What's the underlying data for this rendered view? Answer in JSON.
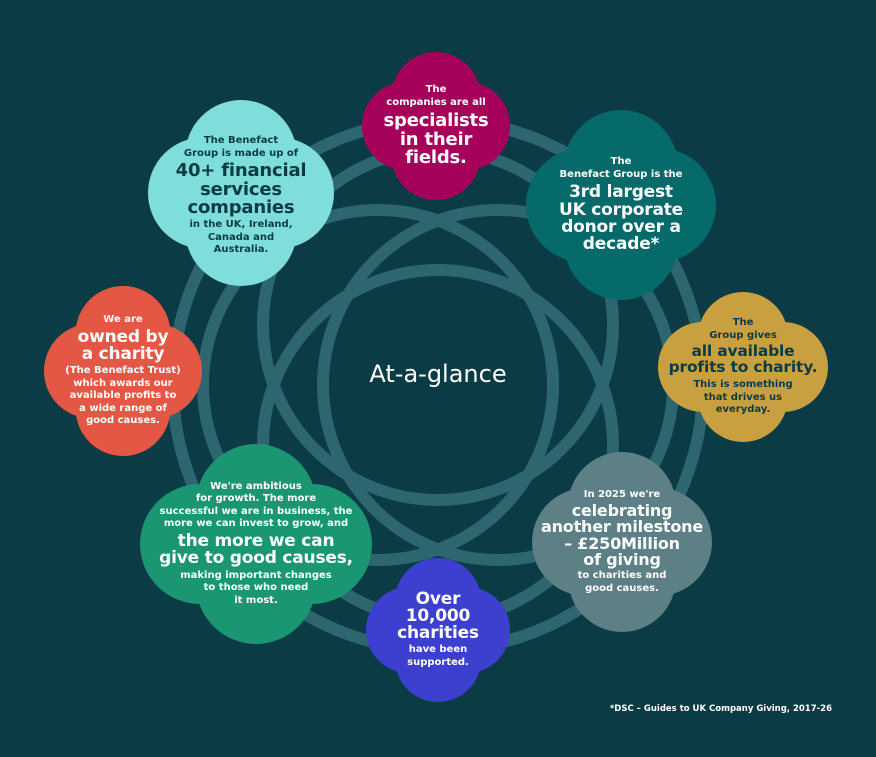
{
  "title": "At-a-glance",
  "footnote": "*DSC – Guides to UK Company Giving, 2017-26",
  "colors": {
    "background": "#0b3b44",
    "ring": "#2e6670",
    "teal_light": "#7fded9",
    "magenta": "#a5005a",
    "teal_dark": "#066a6a",
    "gold": "#c9a040",
    "slate": "#5d7f86",
    "blue": "#3d3fcf",
    "green": "#1b9673",
    "red": "#e55745"
  },
  "lobes": {
    "financial": {
      "pre": "The Benefact\nGroup is made up of",
      "big": "40+ financial\nservices\ncompanies",
      "post": "in the UK, Ireland,\nCanada and\nAustralia."
    },
    "specialists": {
      "pre": "The\ncompanies are all",
      "big": "specialists\nin their\nfields.",
      "post": ""
    },
    "donor": {
      "pre": "The\nBenefact Group is the",
      "big": "3rd largest\nUK corporate\ndonor over a\ndecade*",
      "post": ""
    },
    "profits": {
      "pre": "The\nGroup gives",
      "big": "all available\nprofits to charity.",
      "post": "This is something\nthat drives us\neveryday."
    },
    "milestone": {
      "pre": "In 2025 we're",
      "big": "celebrating\nanother milestone\n– £250Million\nof giving",
      "post": "to charities and\ngood causes."
    },
    "charities": {
      "pre": "",
      "big": "Over\n10,000\ncharities",
      "post": "have been\nsupported."
    },
    "growth": {
      "pre": "We're ambitious\nfor growth. The more\nsuccessful we are in business, the\nmore we can invest to grow, and",
      "big": "the more we can\ngive to good causes,",
      "post": "making important changes\nto those who need\nit most."
    },
    "charity": {
      "pre": "We are",
      "big": "owned by\na charity",
      "post": "(The Benefact Trust)\nwhich awards our\navailable profits to\na wide range of\ngood causes."
    }
  }
}
